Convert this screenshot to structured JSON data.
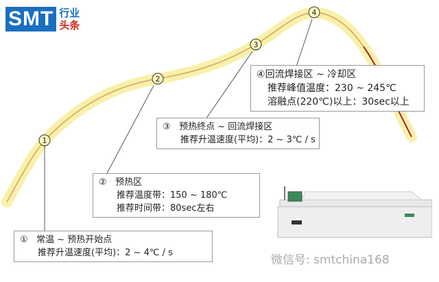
{
  "logo": {
    "brand": "SMT",
    "line1": "行业",
    "line2": "头条"
  },
  "markers": [
    "1",
    "2",
    "3",
    "4"
  ],
  "boxes": [
    {
      "num": "①",
      "lines": [
        "常温 ~ 预热开始点",
        "推荐升温速度(平均)：2 ~ 4℃ / s"
      ]
    },
    {
      "num": "②",
      "lines": [
        "预热区",
        "推荐温度带：150 ~ 180℃",
        "推荐时间带：80sec左右"
      ]
    },
    {
      "num": "③",
      "lines": [
        "预热终点 ~ 回流焊接区",
        "推荐升温速度(平均)：2 ~ 3℃ / s"
      ]
    },
    {
      "num": "④",
      "lines": [
        "回流焊接区 ~ 冷却区",
        "推荐峰值温度：230 ~ 245℃",
        "溶融点(220℃)以上：30sec以上"
      ]
    }
  ],
  "watermark": "微信号: smtchina168",
  "colors": {
    "glow": "#f5e98a",
    "curve": "#d9a060",
    "cool": "#b8202a",
    "brand": "#1a6fc0"
  }
}
